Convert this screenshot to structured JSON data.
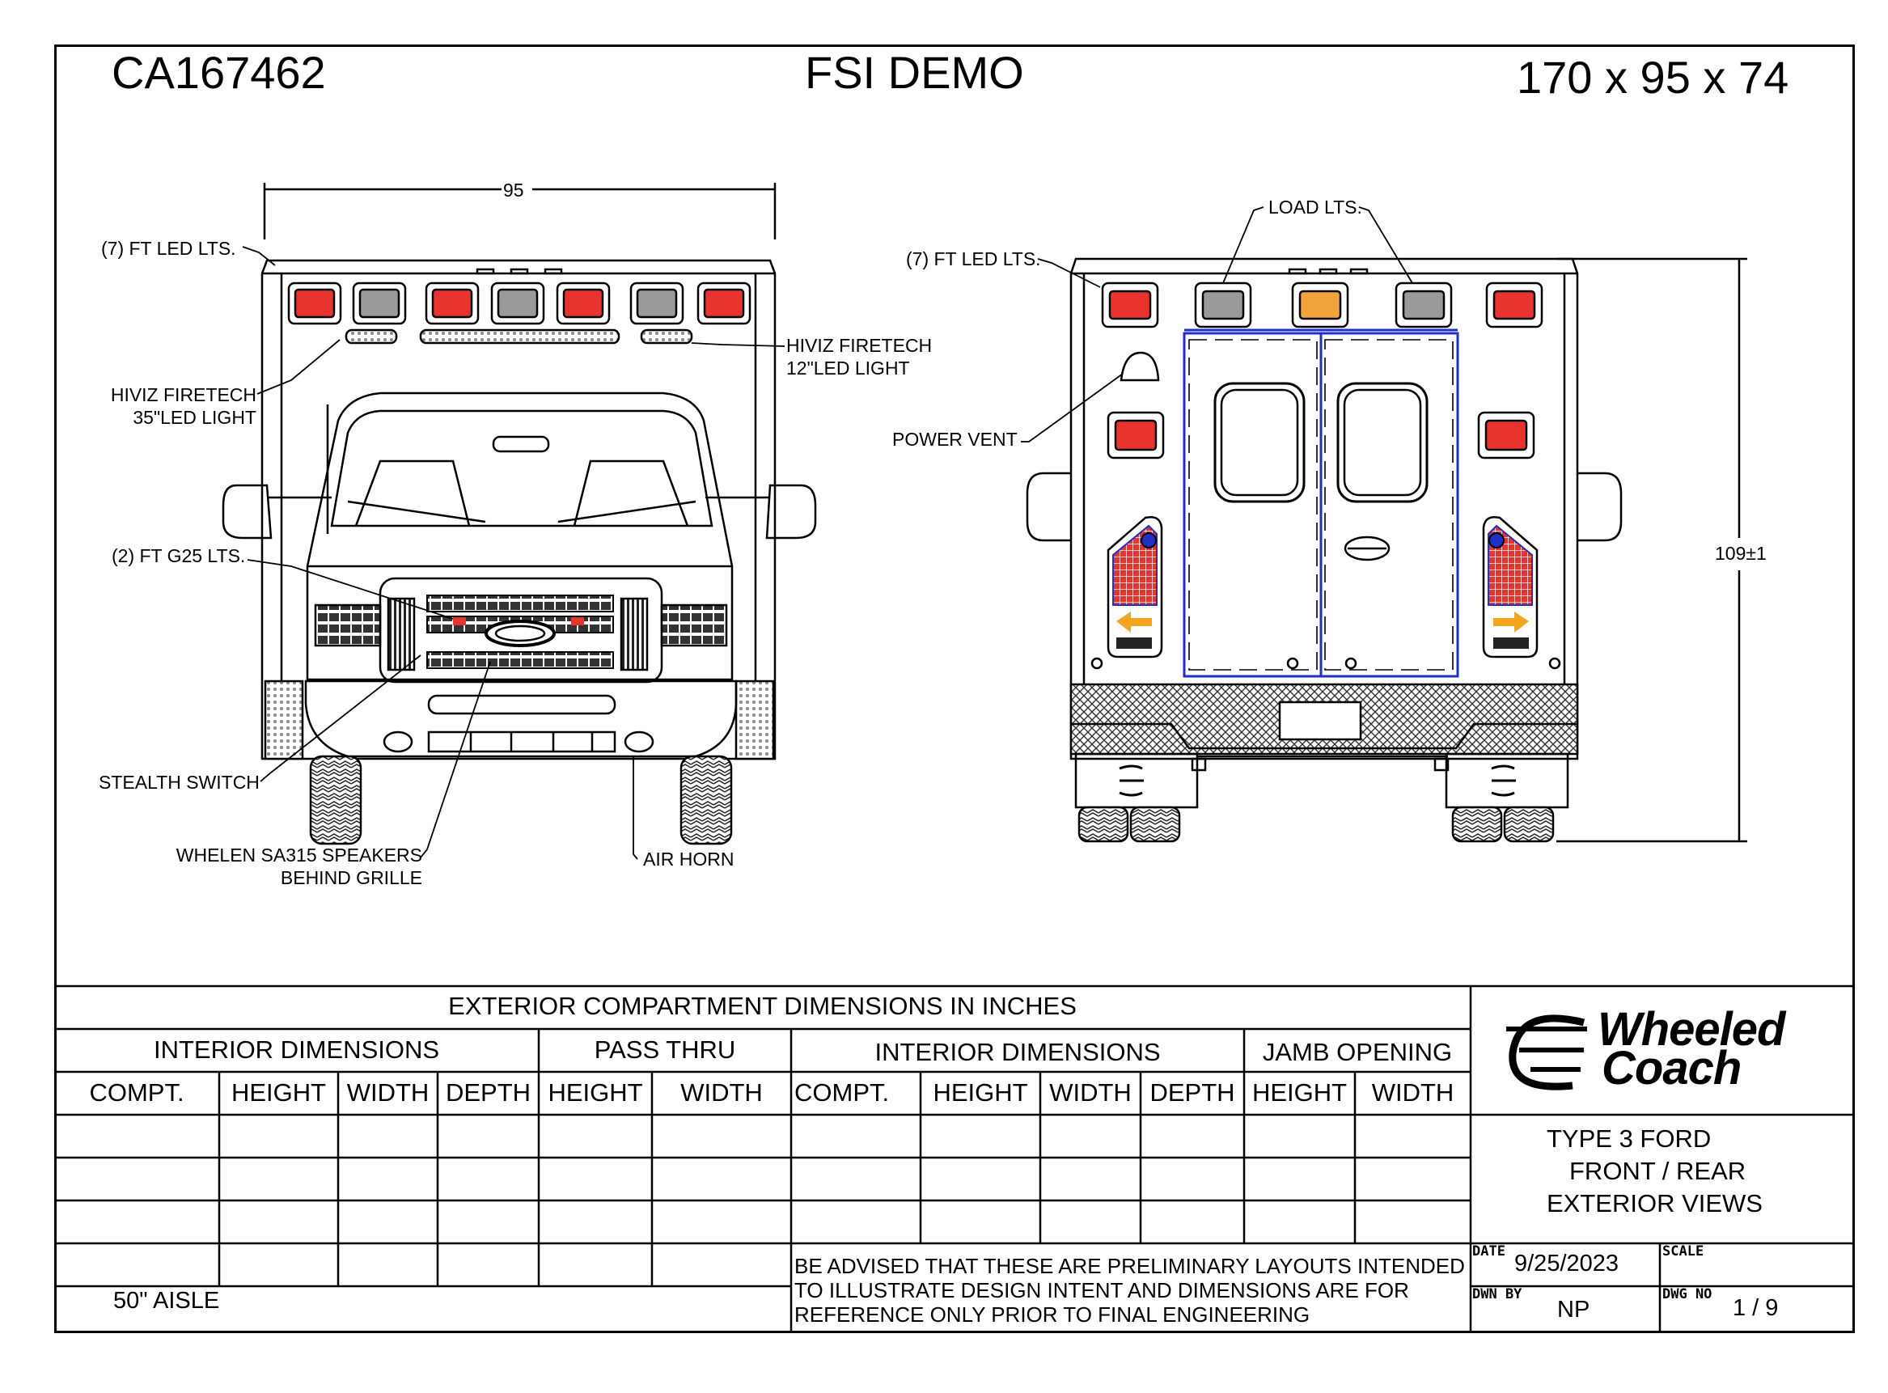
{
  "header": {
    "job_number": "CA167462",
    "title": "FSI DEMO",
    "dimensions": "170 x 95 x 74"
  },
  "front_view": {
    "width_dim": "95",
    "labels": {
      "ft_led_lts": "(7) FT LED LTS.",
      "hiviz_35_line1": "HIVIZ FIRETECH",
      "hiviz_35_line2": "35\"LED LIGHT",
      "hiviz_12_line1": "HIVIZ FIRETECH",
      "hiviz_12_line2": "12\"LED LIGHT",
      "g25": "(2) FT G25 LTS.",
      "stealth": "STEALTH SWITCH",
      "speakers_line1": "WHELEN SA315 SPEAKERS",
      "speakers_line2": "BEHIND GRILLE",
      "air_horn": "AIR HORN"
    }
  },
  "rear_view": {
    "height_dim": "109±1",
    "labels": {
      "ft_led_lts": "(7) FT LED LTS.",
      "load_lts": "LOAD LTS.",
      "power_vent": "POWER VENT"
    }
  },
  "table": {
    "title": "EXTERIOR COMPARTMENT DIMENSIONS IN INCHES",
    "group_left": "INTERIOR DIMENSIONS",
    "group_pass": "PASS THRU",
    "group_right": "INTERIOR DIMENSIONS",
    "group_jamb": "JAMB OPENING",
    "cols_left": [
      "COMPT.",
      "HEIGHT",
      "WIDTH",
      "DEPTH",
      "HEIGHT",
      "WIDTH"
    ],
    "cols_right": [
      "COMPT.",
      "HEIGHT",
      "WIDTH",
      "DEPTH",
      "HEIGHT",
      "WIDTH"
    ],
    "aisle": "50\" AISLE",
    "disclaimer_line1": "BE ADVISED THAT THESE ARE PRELIMINARY LAYOUTS INTENDED",
    "disclaimer_line2": "TO ILLUSTRATE DESIGN INTENT AND DIMENSIONS  ARE FOR",
    "disclaimer_line3": "REFERENCE ONLY PRIOR TO FINAL ENGINEERING"
  },
  "title_block": {
    "logo_line1": "Wheeled",
    "logo_line2": "Coach",
    "desc_line1": "TYPE 3 FORD",
    "desc_line2": "FRONT / REAR",
    "desc_line3": "EXTERIOR VIEWS",
    "date_label": "DATE",
    "date": "9/25/2023",
    "scale_label": "SCALE",
    "scale": "",
    "drawn_by_label": "DWN BY",
    "drawn_by": "NP",
    "dwg_no_label": "DWG NO",
    "dwg_no": "1 / 9"
  },
  "colors": {
    "light_red": "#e8342c",
    "light_gray": "#9a9a9a",
    "light_amber": "#f0a43a",
    "door_outline": "#1f2fc8",
    "arrow": "#f4a520"
  }
}
